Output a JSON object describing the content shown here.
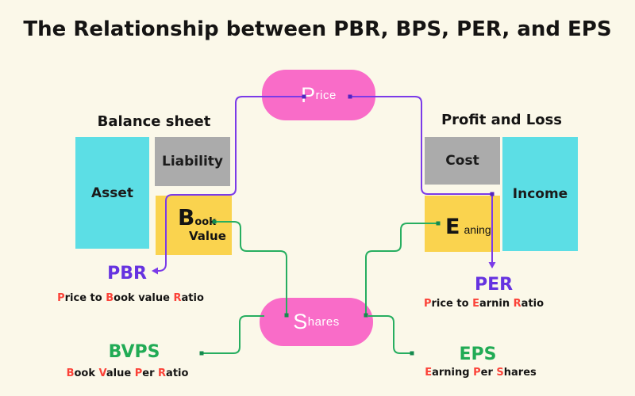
{
  "title": "The Relationship between PBR, BPS, PER, and EPS",
  "colors": {
    "background": "#FBF8E9",
    "pill_pink": "#F96CC8",
    "box_cyan": "#5CDEE5",
    "box_gray": "#ABABAB",
    "box_yellow": "#FAD34E",
    "line_purple": "#7B3BE8",
    "dot_purple": "#5224C0",
    "line_green": "#27AE60",
    "dot_green": "#158A4E",
    "accent_purple": "#6633E0",
    "accent_green": "#21AB55",
    "accent_red": "#FB4238",
    "text_dark": "#151413"
  },
  "price_pill": {
    "big": "P",
    "small": "rice"
  },
  "shares_pill": {
    "big": "S",
    "small": "hares"
  },
  "balance_sheet": {
    "heading": "Balance sheet",
    "asset": "Asset",
    "liability": "Liability",
    "book": {
      "big": "B",
      "small": "ook",
      "line2": "Value"
    }
  },
  "profit_loss": {
    "heading": "Profit and Loss",
    "cost": "Cost",
    "income": "Income",
    "earning": {
      "big": "E",
      "small": "aning"
    }
  },
  "metrics": {
    "pbr": {
      "abbr": "PBR",
      "full_segments": [
        "P",
        "rice to ",
        "B",
        "ook value ",
        "R",
        "atio"
      ]
    },
    "bvps": {
      "abbr": "BVPS",
      "full_segments": [
        "B",
        "ook ",
        "V",
        "alue ",
        "P",
        "er ",
        "R",
        "atio"
      ]
    },
    "per": {
      "abbr": "PER",
      "full_segments": [
        "P",
        "rice to ",
        "E",
        "arnin ",
        "R",
        "atio"
      ]
    },
    "eps": {
      "abbr": "EPS",
      "full_segments": [
        "E",
        "arning ",
        "P",
        "er ",
        "S",
        "hares"
      ]
    }
  }
}
